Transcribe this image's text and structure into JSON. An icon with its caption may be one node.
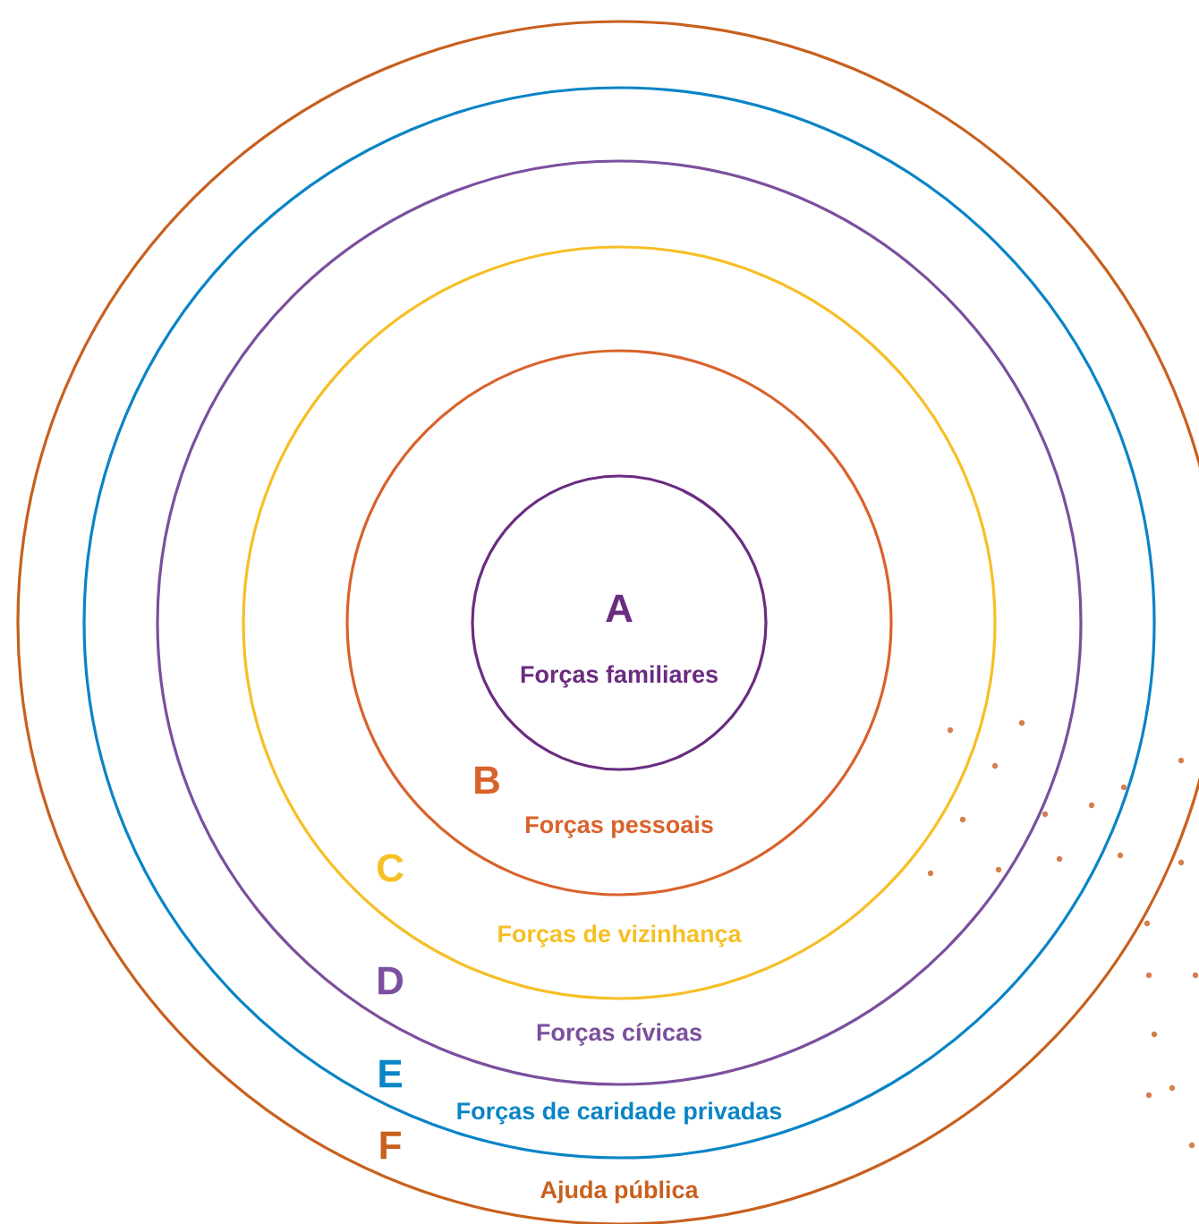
{
  "diagram": {
    "nodes": [
      {
        "text": [
          "F",
          "Ajuda pública"
        ]
      },
      {
        "text": [
          "E",
          "Forças de caridade privadas"
        ],
        "in": 0
      },
      {
        "text": [
          "D",
          "Forças cívicas"
        ],
        "in": 1
      },
      {
        "text": [
          "C",
          "Forças de vizinhança"
        ],
        "in": 2
      },
      {
        "text": [
          "B",
          "Forças pessoais"
        ],
        "in": 3
      },
      {
        "text": [
          "A",
          "Forças familiares"
        ],
        "in": 4
      }
    ]
  }
}
